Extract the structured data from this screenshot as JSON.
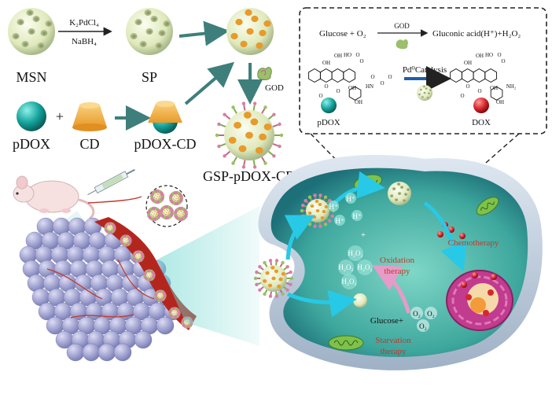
{
  "colors": {
    "cell_fill": "#4fb8ae",
    "cell_edge": "#b7c5d4",
    "nucleus": "#c13b8f",
    "pdox": "#1aa6a0",
    "dox": "#d8262c",
    "cd": "#f2b24a",
    "msn": "#e7f1c8",
    "vessel": "#b3261e",
    "tumor": "#a4a7d6",
    "arrow": "#3e7f7b"
  },
  "labels": {
    "msn": "MSN",
    "sp": "SP",
    "reagent1": "K₂PdCl₄",
    "reagent2": "NaBH₄",
    "god": "GOD",
    "pdox": "pDOX",
    "plus": "+",
    "cd": "CD",
    "pdox_cd": "pDOX-CD",
    "gsp": "GSP-pDOX-CD"
  },
  "inset": {
    "eq_left": "Glucose + O₂",
    "eq_enzyme": "GOD",
    "eq_right": "Gluconic acid(H⁺)+H₂O₂",
    "catalysis": "Pd⁰Catalysis",
    "pdox": "pDOX",
    "dox": "DOX",
    "chem_left": [
      "OH",
      "O",
      "OH",
      "O",
      "HO",
      "OH",
      "O",
      "O",
      "O",
      "OH",
      "HN",
      "O",
      "O",
      "O"
    ],
    "chem_right": [
      "OH",
      "O",
      "OH",
      "O",
      "HO",
      "OH",
      "O",
      "O",
      "O",
      "OH",
      "NH₂"
    ]
  },
  "cell": {
    "h_plus": [
      "H⁺",
      "H⁺",
      "H⁺",
      "H⁺"
    ],
    "plus": "+",
    "h2o2": [
      "H₂O₂",
      "H₂O₂",
      "H₂O₂",
      "H₂O₂"
    ],
    "oxidation": [
      "Oxidation",
      "therapy"
    ],
    "chemotherapy": "Chemotherapy",
    "glucose": "Glucose+",
    "o2": [
      "O₂",
      "O₂",
      "O₂"
    ],
    "starvation": [
      "Starvation",
      "therapy"
    ]
  }
}
